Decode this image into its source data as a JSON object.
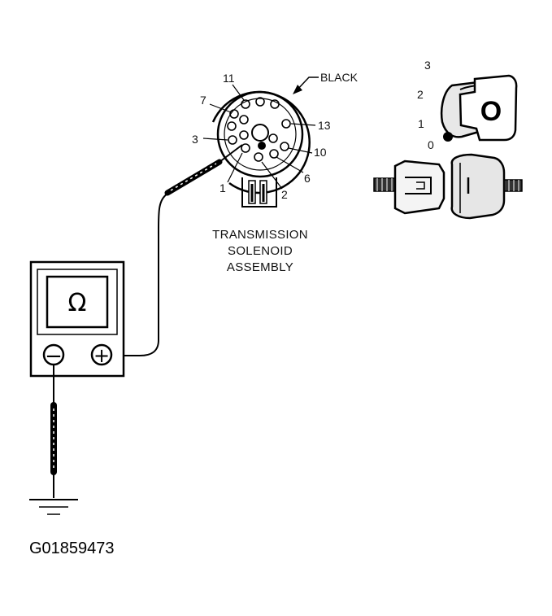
{
  "colors": {
    "ink": "#000000",
    "paper": "#ffffff"
  },
  "connector": {
    "color_label": "BLACK",
    "pins": [
      "11",
      "7",
      "3",
      "13",
      "10",
      "1",
      "2",
      "6"
    ],
    "title_lines": [
      "TRANSMISSION",
      "SOLENOID",
      "ASSEMBLY"
    ]
  },
  "ignition": {
    "positions": [
      "3",
      "2",
      "1",
      "0"
    ],
    "key_mark": "O"
  },
  "meter": {
    "display_symbol": "Ω",
    "negative_symbol": "−",
    "positive_symbol": "+"
  },
  "figure_id": "G01859473"
}
